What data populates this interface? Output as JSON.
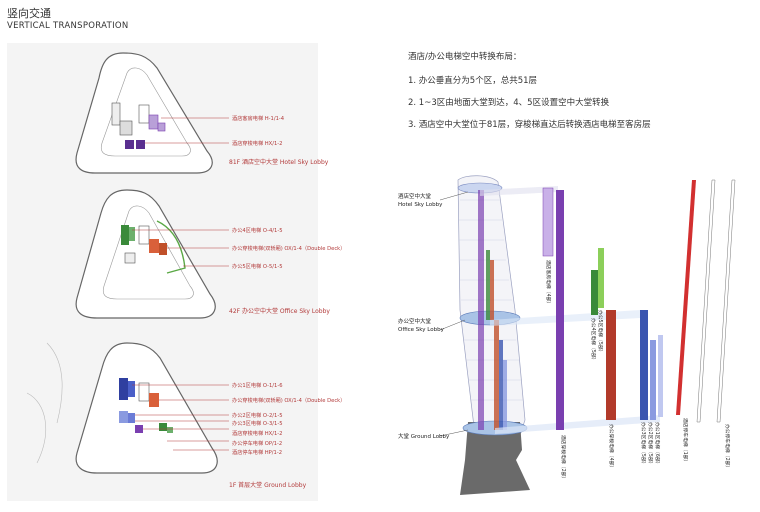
{
  "header": {
    "title_cn": "竖向交通",
    "title_en": "VERTICAL TRANSPORATION"
  },
  "notes": {
    "title": "酒店/办公电梯空中转换布局：",
    "items": [
      "1. 办公垂直分为5个区，总共51层",
      "2. 1~3区由地面大堂到达，4、5区设置空中大堂转换",
      "3. 酒店空中大堂位于81层，穿梭梯直达后转换酒店电梯至客房层"
    ]
  },
  "floors": [
    {
      "caption": "81F  酒店空中大堂 Hotel Sky Lobby",
      "labels": [
        "酒店客房电梯 H-1/1-4",
        "酒店穿梭电梯 HX/1-2"
      ]
    },
    {
      "caption": "42F  办公空中大堂 Office Sky Lobby",
      "labels": [
        "办公4区电梯 O-4/1-5",
        "办公穿梭电梯(双轿厢) OX/1-4（Double Deck）",
        "办公5区电梯 O-5/1-5"
      ]
    },
    {
      "caption": "1F  首层大堂 Ground Lobby",
      "labels": [
        "办公1区电梯 O-1/1-6",
        "办公穿梭电梯(双轿厢) OX/1-4（Double Deck）",
        "办公2区电梯 O-2/1-5",
        "办公3区电梯 O-3/1-5",
        "酒店穿梭电梯 HX/1-2",
        "办公停车电梯 OP/1-2",
        "酒店停车电梯 HP/1-2"
      ]
    }
  ],
  "section": {
    "lobby_labels": [
      {
        "cn": "酒店空中大堂",
        "en": "Hotel Sky Lobby"
      },
      {
        "cn": "办公空中大堂",
        "en": "Office Sky Lobby"
      },
      {
        "cn": "大堂 Ground Lobby",
        "en": ""
      }
    ],
    "shaft_labels": [
      "酒店客房电梯（4部）",
      "酒店穿梭电梯（2部）",
      "办公5区电梯（5部）",
      "办公4区电梯（5部）",
      "办公穿梭电梯（4部）",
      "办公3区电梯（5部）",
      "办公2区电梯（5部）",
      "办公1区电梯（6部）",
      "酒店停车电梯（1部）",
      "办公停车电梯（2部）"
    ]
  },
  "colors": {
    "accent_red": "#b23a3a",
    "hotel_purple": "#7a3fb0",
    "office_green": "#3a8a3a",
    "office_orange": "#c0502a",
    "office_blue": "#3a55b0"
  }
}
